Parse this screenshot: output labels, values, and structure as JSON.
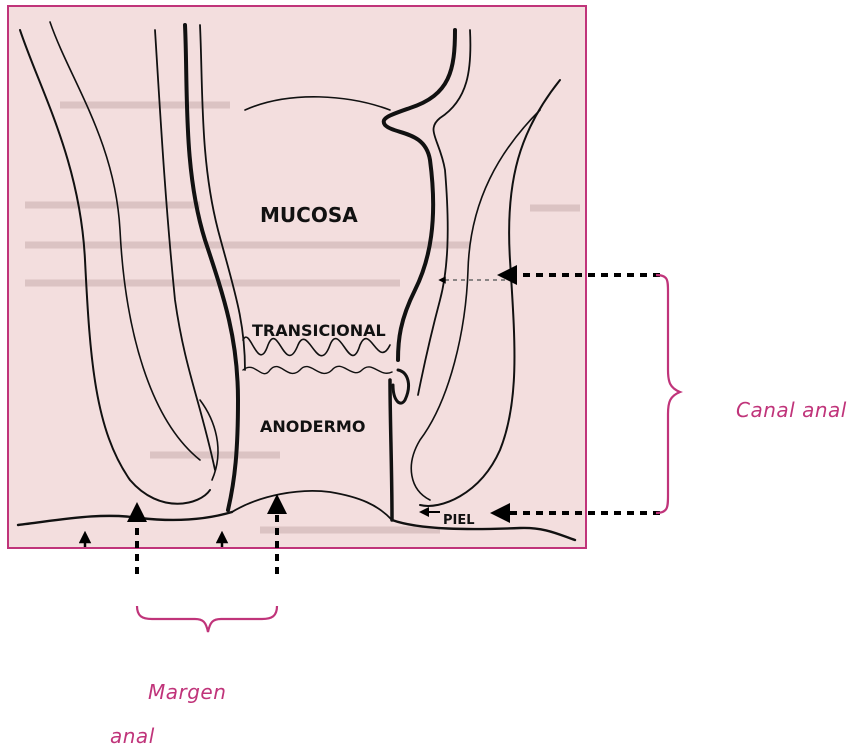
{
  "diagram": {
    "inner_labels": {
      "mucosa": "MUCOSA",
      "transicional": "TRANSICIONAL",
      "anodermo": "ANODERMO",
      "piel": "PIEL"
    },
    "outer_labels": {
      "canal_anal": "Canal anal",
      "margen_line1": "Margen",
      "margen_line2": "anal"
    },
    "colors": {
      "frame_border": "#c0347a",
      "panel_fill": "#f3dede",
      "brace": "#c0347a",
      "label": "#c0347a",
      "ink": "#111111"
    }
  }
}
